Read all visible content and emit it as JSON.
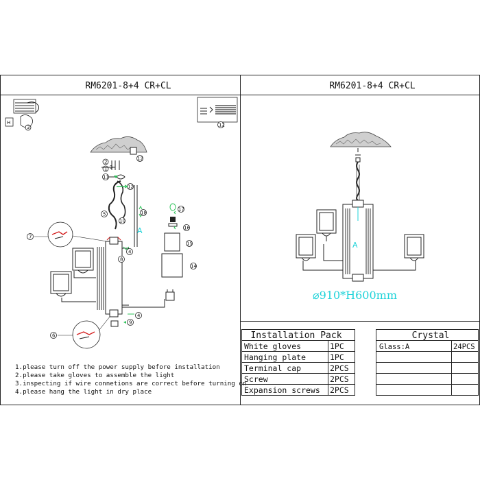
{
  "left_panel": {
    "title": "RM6201-8+4 CR+CL",
    "notes": [
      "1.please turn off the power supply before installation",
      "2.please take gloves to assemble the light",
      "3.inspecting if wire connetions are correct before turning on",
      "4.please hang the light in dry place"
    ],
    "callout_numbers": [
      "2",
      "1",
      "3",
      "11",
      "12",
      "13",
      "5",
      "10",
      "18",
      "7",
      "4",
      "8",
      "6",
      "4",
      "9",
      "17",
      "16",
      "15",
      "14",
      "12",
      "3"
    ],
    "label_a": "A"
  },
  "right_panel": {
    "title": "RM6201-8+4 CR+CL",
    "label_a": "A",
    "dimension": "⌀910*H600mm"
  },
  "installation_pack": {
    "header": "Installation Pack",
    "rows": [
      {
        "item": "White gloves",
        "qty": "1PC"
      },
      {
        "item": "Hanging plate",
        "qty": "1PC"
      },
      {
        "item": "Terminal cap",
        "qty": "2PCS"
      },
      {
        "item": "Screw",
        "qty": "2PCS"
      },
      {
        "item": "Expansion screws",
        "qty": "2PCS"
      }
    ]
  },
  "crystal": {
    "header": "Crystal",
    "rows": [
      {
        "item": "Glass:A",
        "qty": "24PCS"
      },
      {
        "item": "",
        "qty": ""
      },
      {
        "item": "",
        "qty": ""
      },
      {
        "item": "",
        "qty": ""
      },
      {
        "item": "",
        "qty": ""
      }
    ]
  },
  "colors": {
    "accent_cyan": "#1fd3d9",
    "accent_green": "#2ec35a",
    "wire_red": "#d42020",
    "line": "#222222"
  }
}
